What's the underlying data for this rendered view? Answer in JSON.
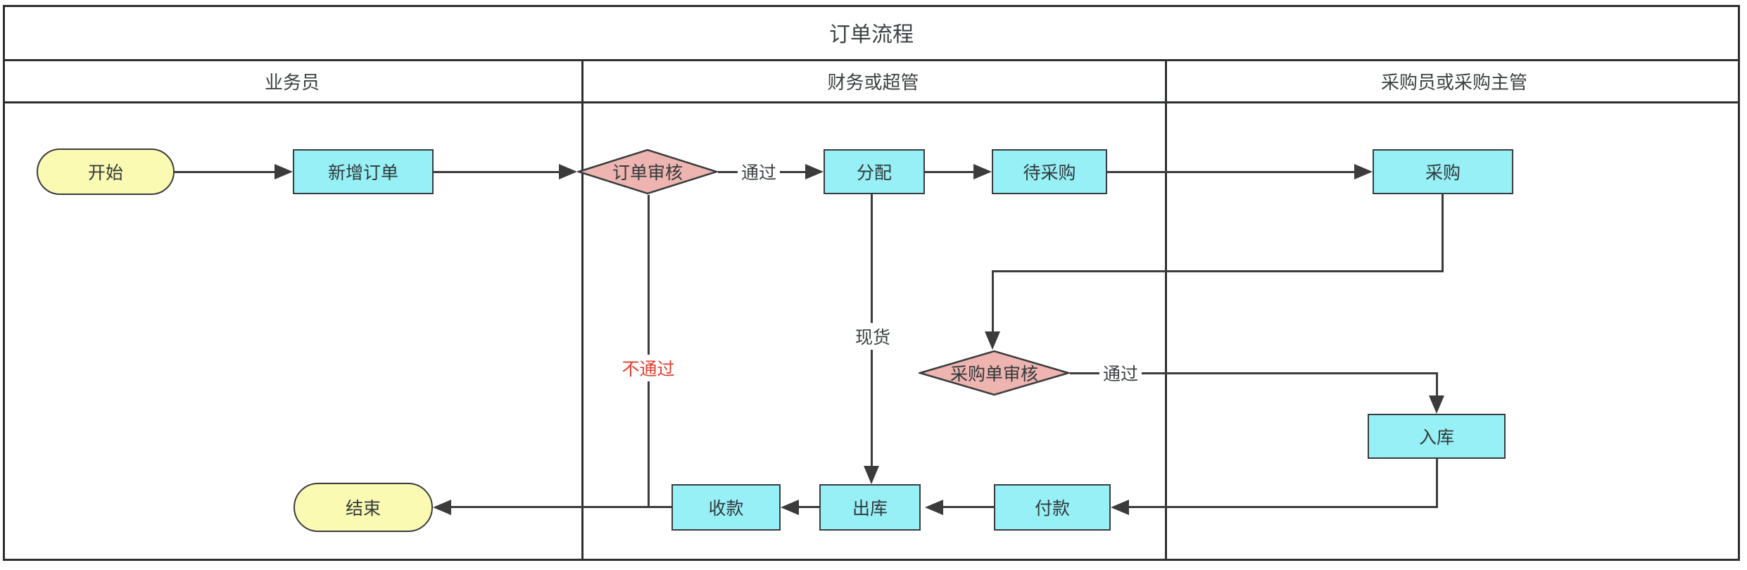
{
  "title": "订单流程",
  "lanes": [
    {
      "label": "业务员"
    },
    {
      "label": "财务或超管"
    },
    {
      "label": "采购员或采购主管"
    }
  ],
  "nodes": {
    "start": {
      "label": "开始",
      "type": "terminator"
    },
    "new_order": {
      "label": "新增订单",
      "type": "process"
    },
    "order_review": {
      "label": "订单审核",
      "type": "decision"
    },
    "allocate": {
      "label": "分配",
      "type": "process"
    },
    "to_purchase": {
      "label": "待采购",
      "type": "process"
    },
    "purchase": {
      "label": "采购",
      "type": "process"
    },
    "po_review": {
      "label": "采购单审核",
      "type": "decision"
    },
    "inbound": {
      "label": "入库",
      "type": "process"
    },
    "receive_payment": {
      "label": "收款",
      "type": "process"
    },
    "outbound": {
      "label": "出库",
      "type": "process"
    },
    "pay": {
      "label": "付款",
      "type": "process"
    },
    "end": {
      "label": "结束",
      "type": "terminator"
    }
  },
  "edge_labels": {
    "pass_order": "通过",
    "pass_po": "通过",
    "in_stock": "现货",
    "rejected": "不通过"
  },
  "colors": {
    "process_fill": "#97F0F6",
    "terminator_fill": "#FAFAB2",
    "decision_fill": "#EDB4B0",
    "line": "#3B3B3B",
    "rejected_text": "#E03C2E"
  }
}
